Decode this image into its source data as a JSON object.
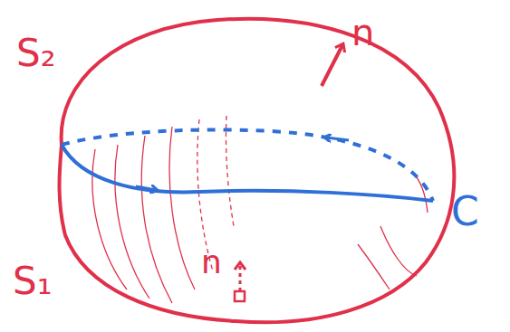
{
  "diagram": {
    "labels": [
      "S₂",
      "n",
      "C",
      "n",
      "S₁"
    ]
  }
}
